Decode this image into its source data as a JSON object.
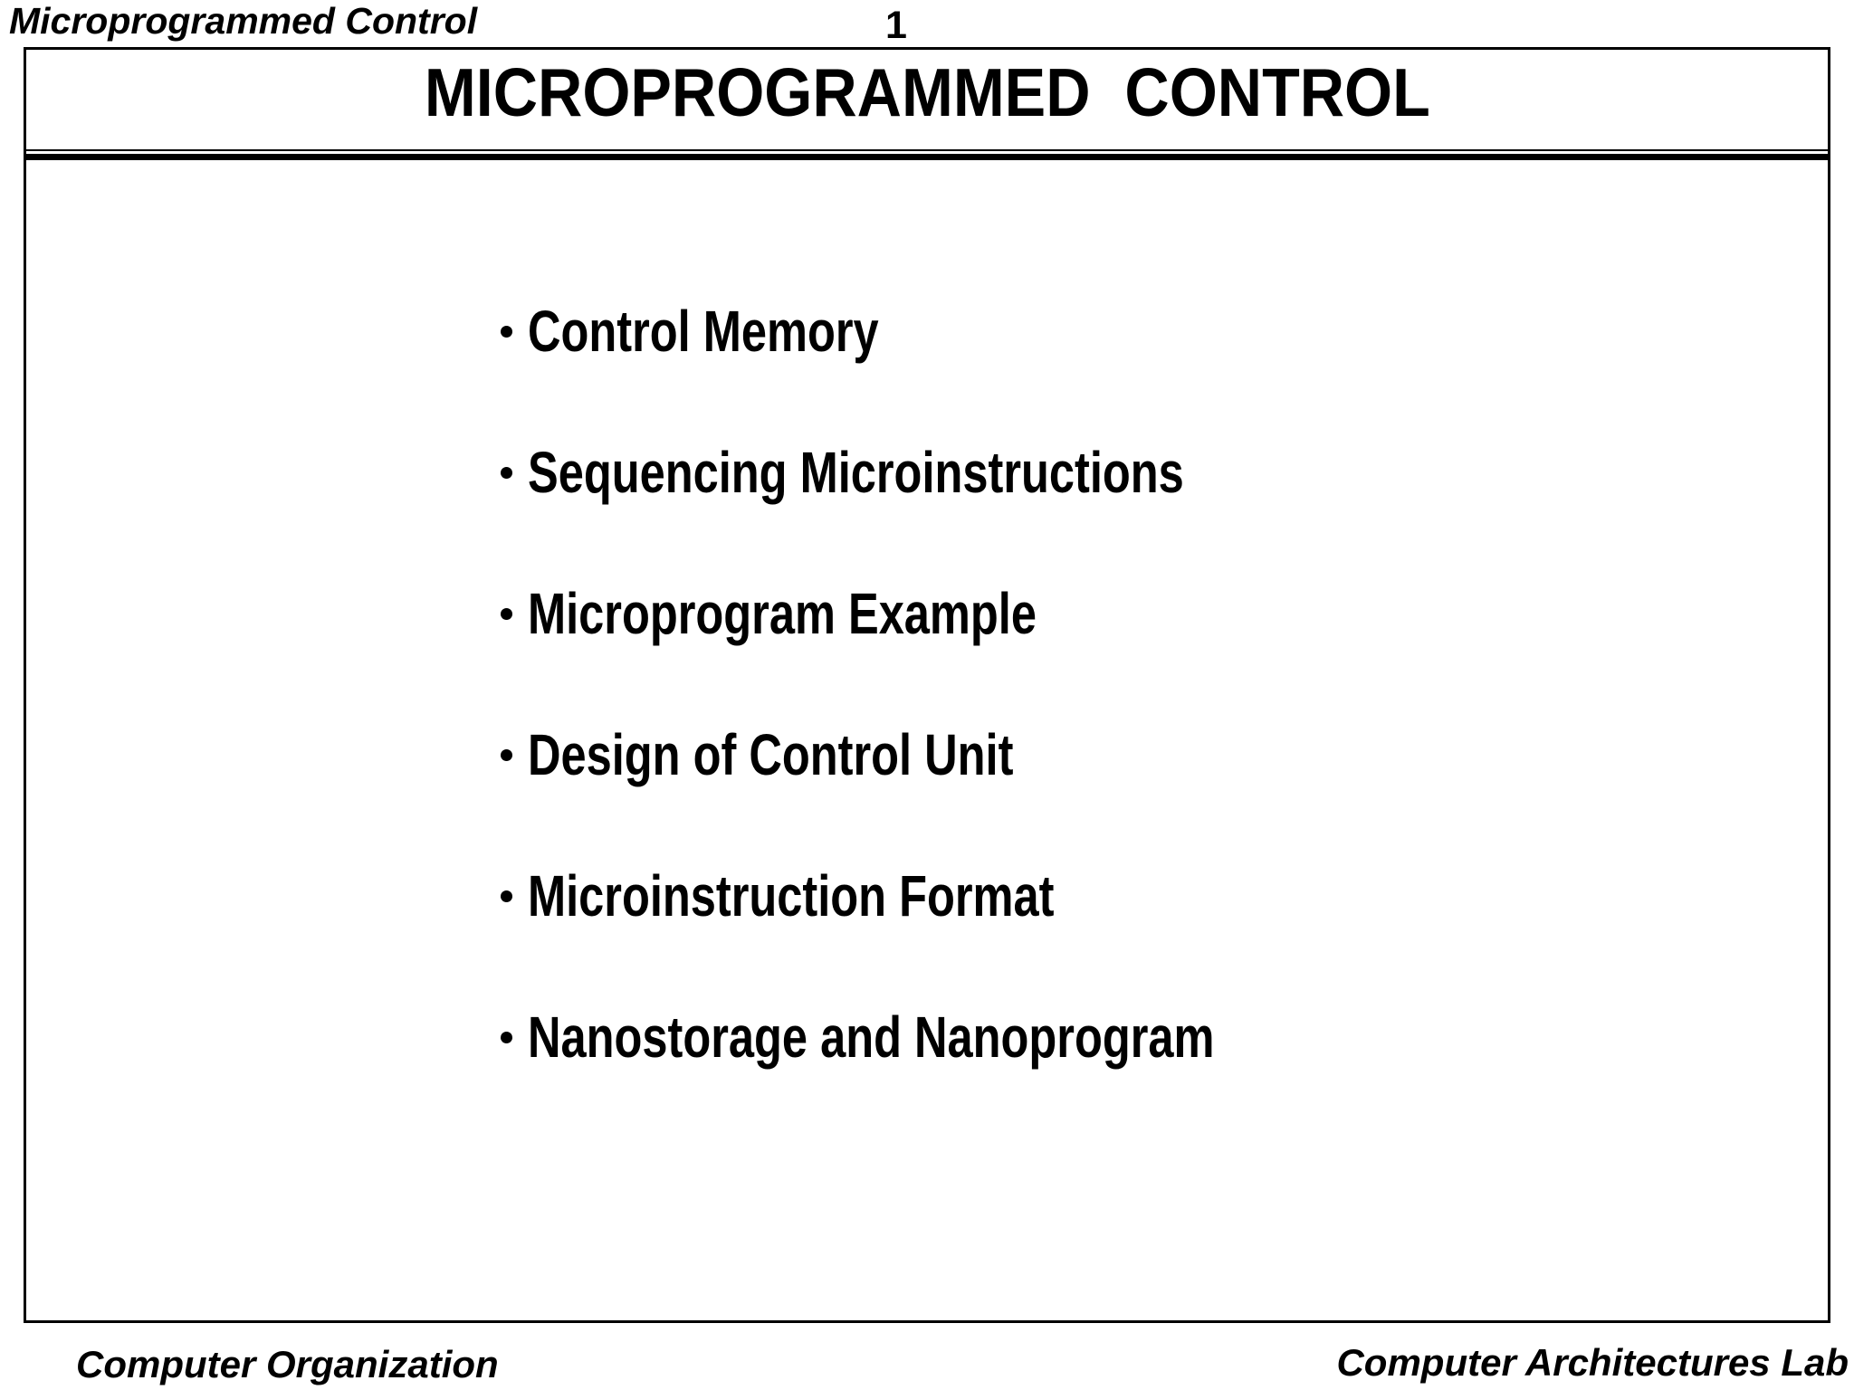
{
  "header": {
    "title": "Microprogrammed Control",
    "page_number": "1"
  },
  "slide": {
    "title": "MICROPROGRAMMED  CONTROL",
    "bullets": [
      "Control Memory",
      "Sequencing Microinstructions",
      "Microprogram Example",
      "Design of Control Unit",
      "Microinstruction Format",
      "Nanostorage and Nanoprogram"
    ]
  },
  "footer": {
    "left": "Computer Organization",
    "right": "Computer Architectures Lab"
  },
  "colors": {
    "text": "#000000",
    "background": "#ffffff",
    "border": "#000000"
  }
}
